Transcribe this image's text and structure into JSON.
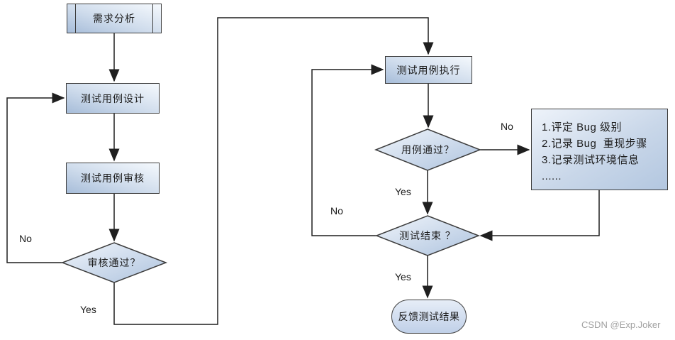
{
  "diagram": {
    "title": "software-testing-workflow-flowchart",
    "nodes": {
      "requirements": {
        "label": "需求分析",
        "shape": "predefined-process"
      },
      "design": {
        "label": "测试用例设计",
        "shape": "process"
      },
      "review": {
        "label": "测试用例审核",
        "shape": "process"
      },
      "review_decision": {
        "label": "审核通过？",
        "shape": "decision"
      },
      "execute": {
        "label": "测试用例执行",
        "shape": "process"
      },
      "case_decision": {
        "label": "用例通过？",
        "shape": "decision"
      },
      "end_decision": {
        "label": "测试结束 ？",
        "shape": "decision"
      },
      "feedback": {
        "label": "反馈测试结果",
        "shape": "terminator"
      },
      "bug_notes": {
        "shape": "process",
        "lines": [
          "1.评定 Bug 级别",
          "2.记录 Bug  重现步骤",
          "3.记录测试环境信息",
          "......"
        ]
      }
    },
    "edge_labels": {
      "review_no": "No",
      "review_yes": "Yes",
      "case_no": "No",
      "case_yes": "Yes",
      "end_no": "No",
      "end_yes": "Yes"
    },
    "colors": {
      "node_fill_light": "#f2f7fc",
      "node_fill_dark": "#a9bfdb",
      "border": "#3d3d3d",
      "connector": "#1f1f1f",
      "watermark": "#a0a0a0"
    }
  },
  "watermark": "CSDN @Exp.Joker"
}
